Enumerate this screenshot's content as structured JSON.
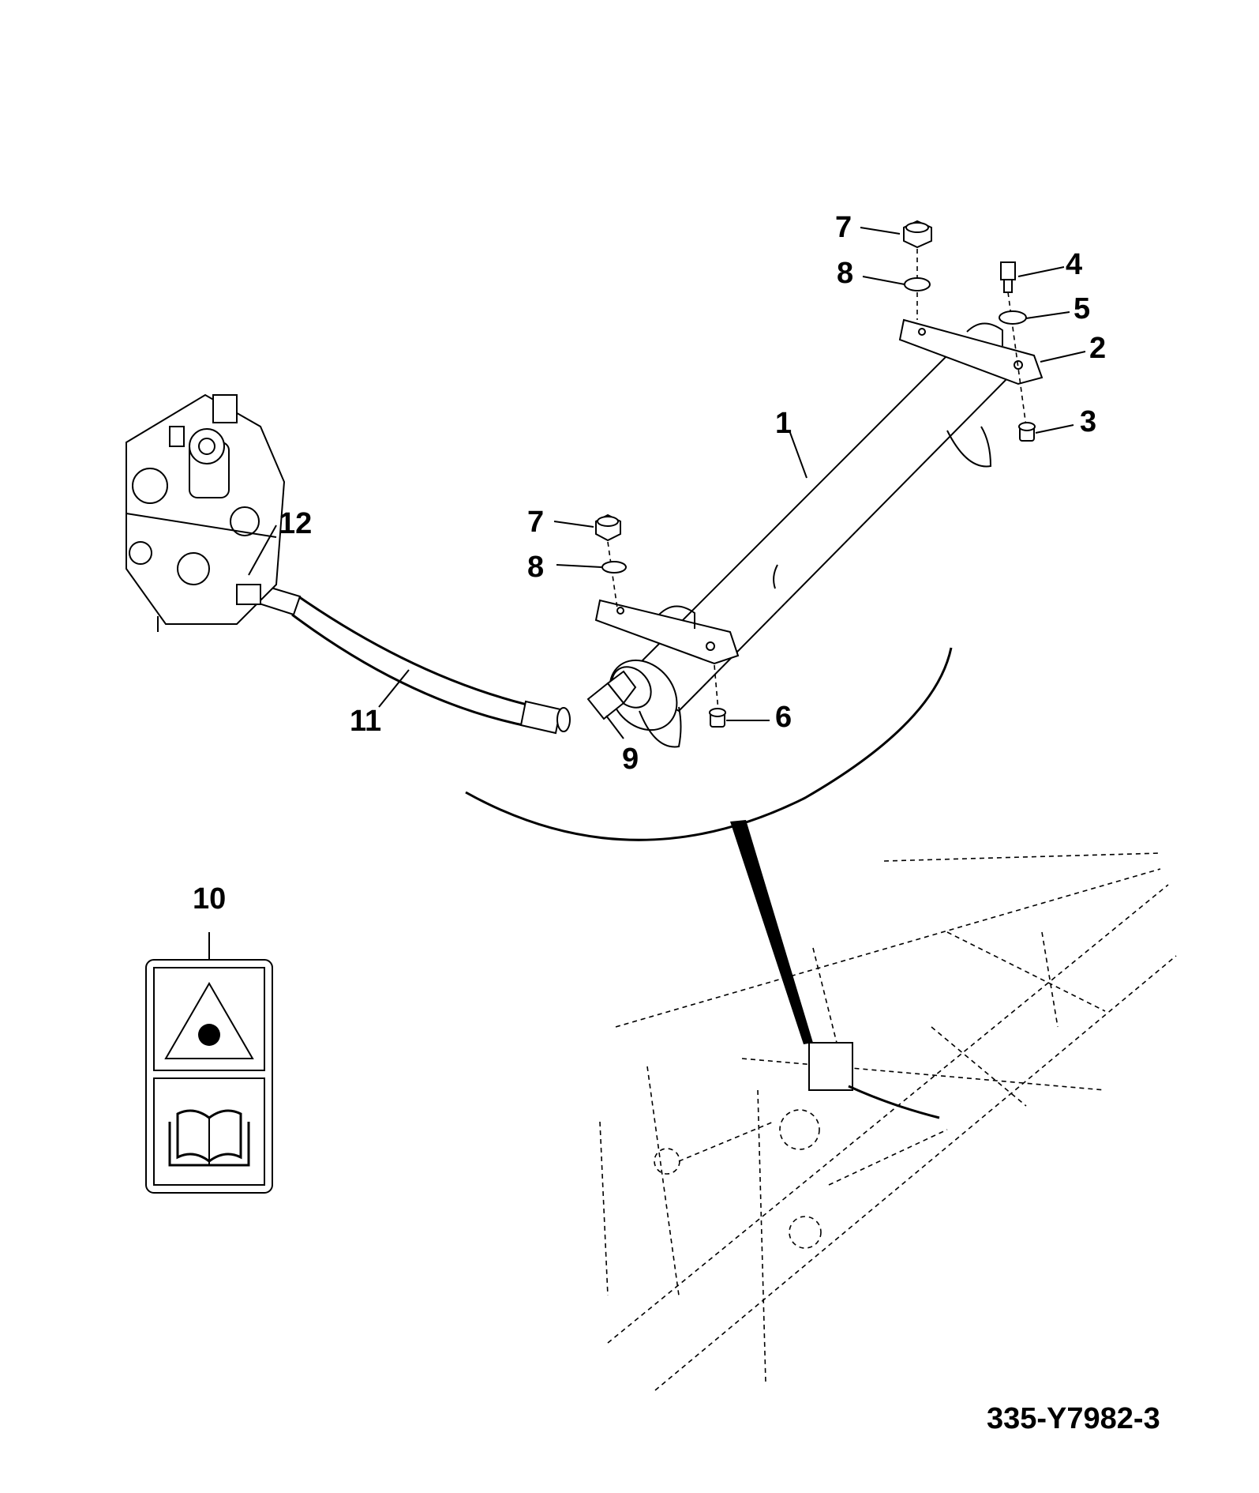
{
  "callouts": {
    "c1": "1",
    "c2": "2",
    "c3": "3",
    "c4": "4",
    "c5": "5",
    "c6": "6",
    "c7a": "7",
    "c7b": "7",
    "c8a": "8",
    "c8b": "8",
    "c9": "9",
    "c10": "10",
    "c11": "11",
    "c12": "12"
  },
  "drawing_number": "335-Y7982-3"
}
